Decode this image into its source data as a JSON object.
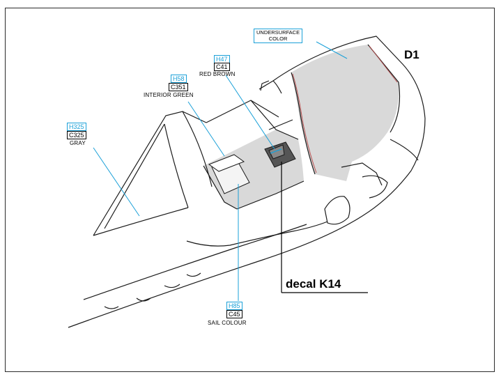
{
  "part_id": "D1",
  "decal_label": "decal K14",
  "callouts": {
    "undersurface": {
      "line1": "UNDERSURFACE",
      "line2": "COLOR"
    },
    "red_brown": {
      "h": "H47",
      "c": "C41",
      "name": "RED BROWN"
    },
    "interior_green": {
      "h": "H58",
      "c": "C351",
      "name": "INTERIOR GREEN"
    },
    "gray": {
      "h": "H325",
      "c": "C325",
      "name": "GRAY"
    },
    "sail_colour": {
      "h": "H85",
      "c": "C45",
      "name": "SAIL COLOUR"
    }
  },
  "colors": {
    "leader_line": "#1aa0d8",
    "fill_gray": "#d9d9d9",
    "outline": "#1a1a1a",
    "accent_red": "#b84a4a"
  }
}
